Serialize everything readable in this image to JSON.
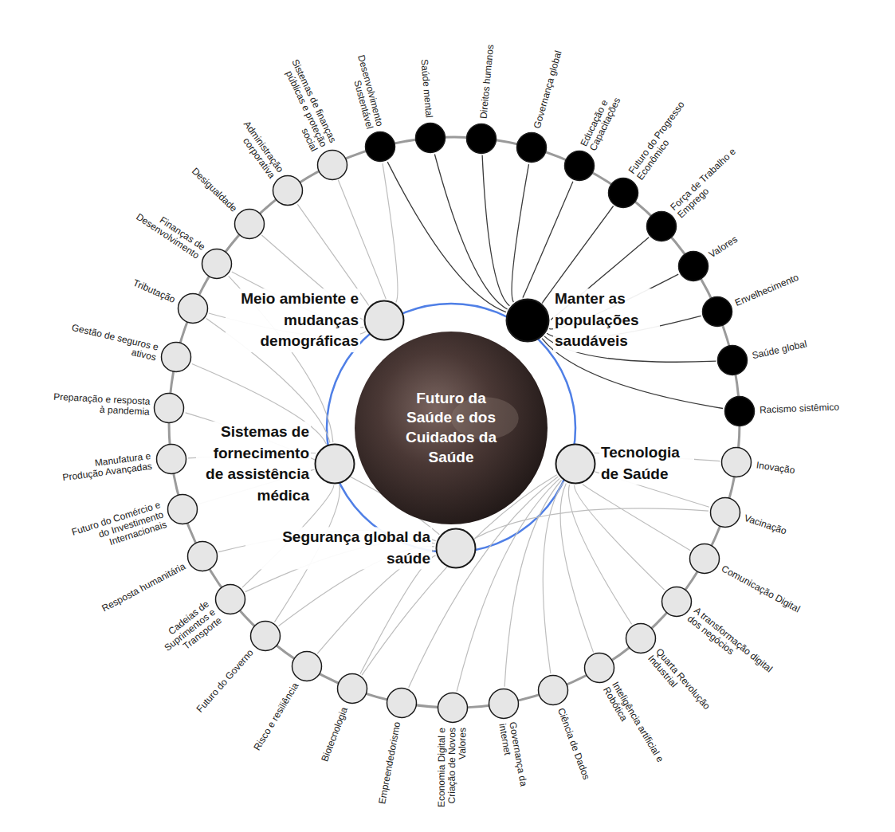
{
  "diagram": {
    "nodes": [
      {
        "text": [
          "Futuro da Saúde e dos Cuidados da Saúde"
        ]
      },
      {
        "text": [
          "Meio ambiente e mudanças demográficas"
        ]
      },
      {
        "text": [
          "Manter as populações saudáveis"
        ]
      },
      {
        "text": [
          "Tecnologia de Saúde"
        ]
      },
      {
        "text": [
          "Segurança global da saúde"
        ]
      },
      {
        "text": [
          "Sistemas de fornecimento de assistência médica"
        ]
      },
      {
        "text": [
          "Desenvolvimento Sustentável"
        ]
      },
      {
        "text": [
          "Saúde mental"
        ]
      },
      {
        "text": [
          "Direitos humanos"
        ]
      },
      {
        "text": [
          "Governança global"
        ]
      },
      {
        "text": [
          "Educação e Capacitações"
        ]
      },
      {
        "text": [
          "Futuro do Progresso Econômico"
        ]
      },
      {
        "text": [
          "Força de Trabalho e Emprego"
        ]
      },
      {
        "text": [
          "Valores"
        ]
      },
      {
        "text": [
          "Envelhecimento"
        ]
      },
      {
        "text": [
          "Saúde global"
        ]
      },
      {
        "text": [
          "Racismo sistêmico"
        ]
      },
      {
        "text": [
          "Inovação"
        ]
      },
      {
        "text": [
          "Vacinação"
        ]
      },
      {
        "text": [
          "Comunicação Digital"
        ]
      },
      {
        "text": [
          "A transformação digital dos negócios"
        ]
      },
      {
        "text": [
          "Quarta Revolução Industrial"
        ]
      },
      {
        "text": [
          "Inteligência artificial e Robótica"
        ]
      },
      {
        "text": [
          "Ciência de Dados"
        ]
      },
      {
        "text": [
          "Governança da internet"
        ]
      },
      {
        "text": [
          "Economia Digital e Criação de Novos Valores"
        ]
      },
      {
        "text": [
          "Empreendedorismo"
        ]
      },
      {
        "text": [
          "Biotecnologia"
        ]
      },
      {
        "text": [
          "Risco e resiliência"
        ]
      },
      {
        "text": [
          "Futuro do Governo"
        ]
      },
      {
        "text": [
          "Cadeias de Suprimentos e Transporte"
        ]
      },
      {
        "text": [
          "Resposta humanitária"
        ]
      },
      {
        "text": [
          "Futuro do Comércio e do Investimento Internacionais"
        ]
      },
      {
        "text": [
          "Manufatura e Produção Avançadas"
        ]
      },
      {
        "text": [
          "Preparação e resposta à pandemia"
        ]
      },
      {
        "text": [
          "Gestão de seguros e ativos"
        ]
      },
      {
        "text": [
          "Tributação"
        ]
      },
      {
        "text": [
          "Finanças de Desenvolvimento"
        ]
      },
      {
        "text": [
          "Desigualdade"
        ]
      },
      {
        "text": [
          "Administração corporativa"
        ]
      },
      {
        "text": [
          "Sistemas de finanças públicas e proteção social"
        ]
      }
    ],
    "edges": [
      {
        "from": 2,
        "to": 6,
        "arrow": "none"
      },
      {
        "from": 2,
        "to": 7,
        "arrow": "none"
      },
      {
        "from": 2,
        "to": 8,
        "arrow": "none"
      },
      {
        "from": 2,
        "to": 9,
        "arrow": "none"
      },
      {
        "from": 2,
        "to": 10,
        "arrow": "none"
      },
      {
        "from": 2,
        "to": 11,
        "arrow": "none"
      },
      {
        "from": 2,
        "to": 12,
        "arrow": "none"
      },
      {
        "from": 2,
        "to": 13,
        "arrow": "none"
      },
      {
        "from": 2,
        "to": 14,
        "arrow": "none"
      },
      {
        "from": 2,
        "to": 15,
        "arrow": "none"
      },
      {
        "from": 2,
        "to": 16,
        "arrow": "none"
      },
      {
        "from": 3,
        "to": 17,
        "arrow": "none"
      },
      {
        "from": 3,
        "to": 18,
        "arrow": "none"
      },
      {
        "from": 3,
        "to": 19,
        "arrow": "none"
      },
      {
        "from": 3,
        "to": 20,
        "arrow": "none"
      },
      {
        "from": 3,
        "to": 21,
        "arrow": "none"
      },
      {
        "from": 3,
        "to": 22,
        "arrow": "none"
      },
      {
        "from": 3,
        "to": 23,
        "arrow": "none"
      },
      {
        "from": 3,
        "to": 24,
        "arrow": "none"
      },
      {
        "from": 3,
        "to": 25,
        "arrow": "none"
      },
      {
        "from": 3,
        "to": 26,
        "arrow": "none"
      },
      {
        "from": 3,
        "to": 27,
        "arrow": "none"
      },
      {
        "from": 4,
        "to": 18,
        "arrow": "none"
      },
      {
        "from": 4,
        "to": 27,
        "arrow": "none"
      },
      {
        "from": 4,
        "to": 28,
        "arrow": "none"
      },
      {
        "from": 4,
        "to": 29,
        "arrow": "none"
      },
      {
        "from": 4,
        "to": 30,
        "arrow": "none"
      },
      {
        "from": 4,
        "to": 31,
        "arrow": "none"
      },
      {
        "from": 4,
        "to": 34,
        "arrow": "none"
      },
      {
        "from": 5,
        "to": 29,
        "arrow": "none"
      },
      {
        "from": 5,
        "to": 30,
        "arrow": "none"
      },
      {
        "from": 5,
        "to": 32,
        "arrow": "none"
      },
      {
        "from": 5,
        "to": 33,
        "arrow": "none"
      },
      {
        "from": 5,
        "to": 35,
        "arrow": "none"
      },
      {
        "from": 5,
        "to": 36,
        "arrow": "none"
      },
      {
        "from": 5,
        "to": 37,
        "arrow": "none"
      },
      {
        "from": 1,
        "to": 6,
        "arrow": "none"
      },
      {
        "from": 1,
        "to": 36,
        "arrow": "none"
      },
      {
        "from": 1,
        "to": 37,
        "arrow": "none"
      },
      {
        "from": 1,
        "to": 38,
        "arrow": "none"
      },
      {
        "from": 1,
        "to": 39,
        "arrow": "none"
      },
      {
        "from": 1,
        "to": 40,
        "arrow": "none"
      }
    ]
  }
}
